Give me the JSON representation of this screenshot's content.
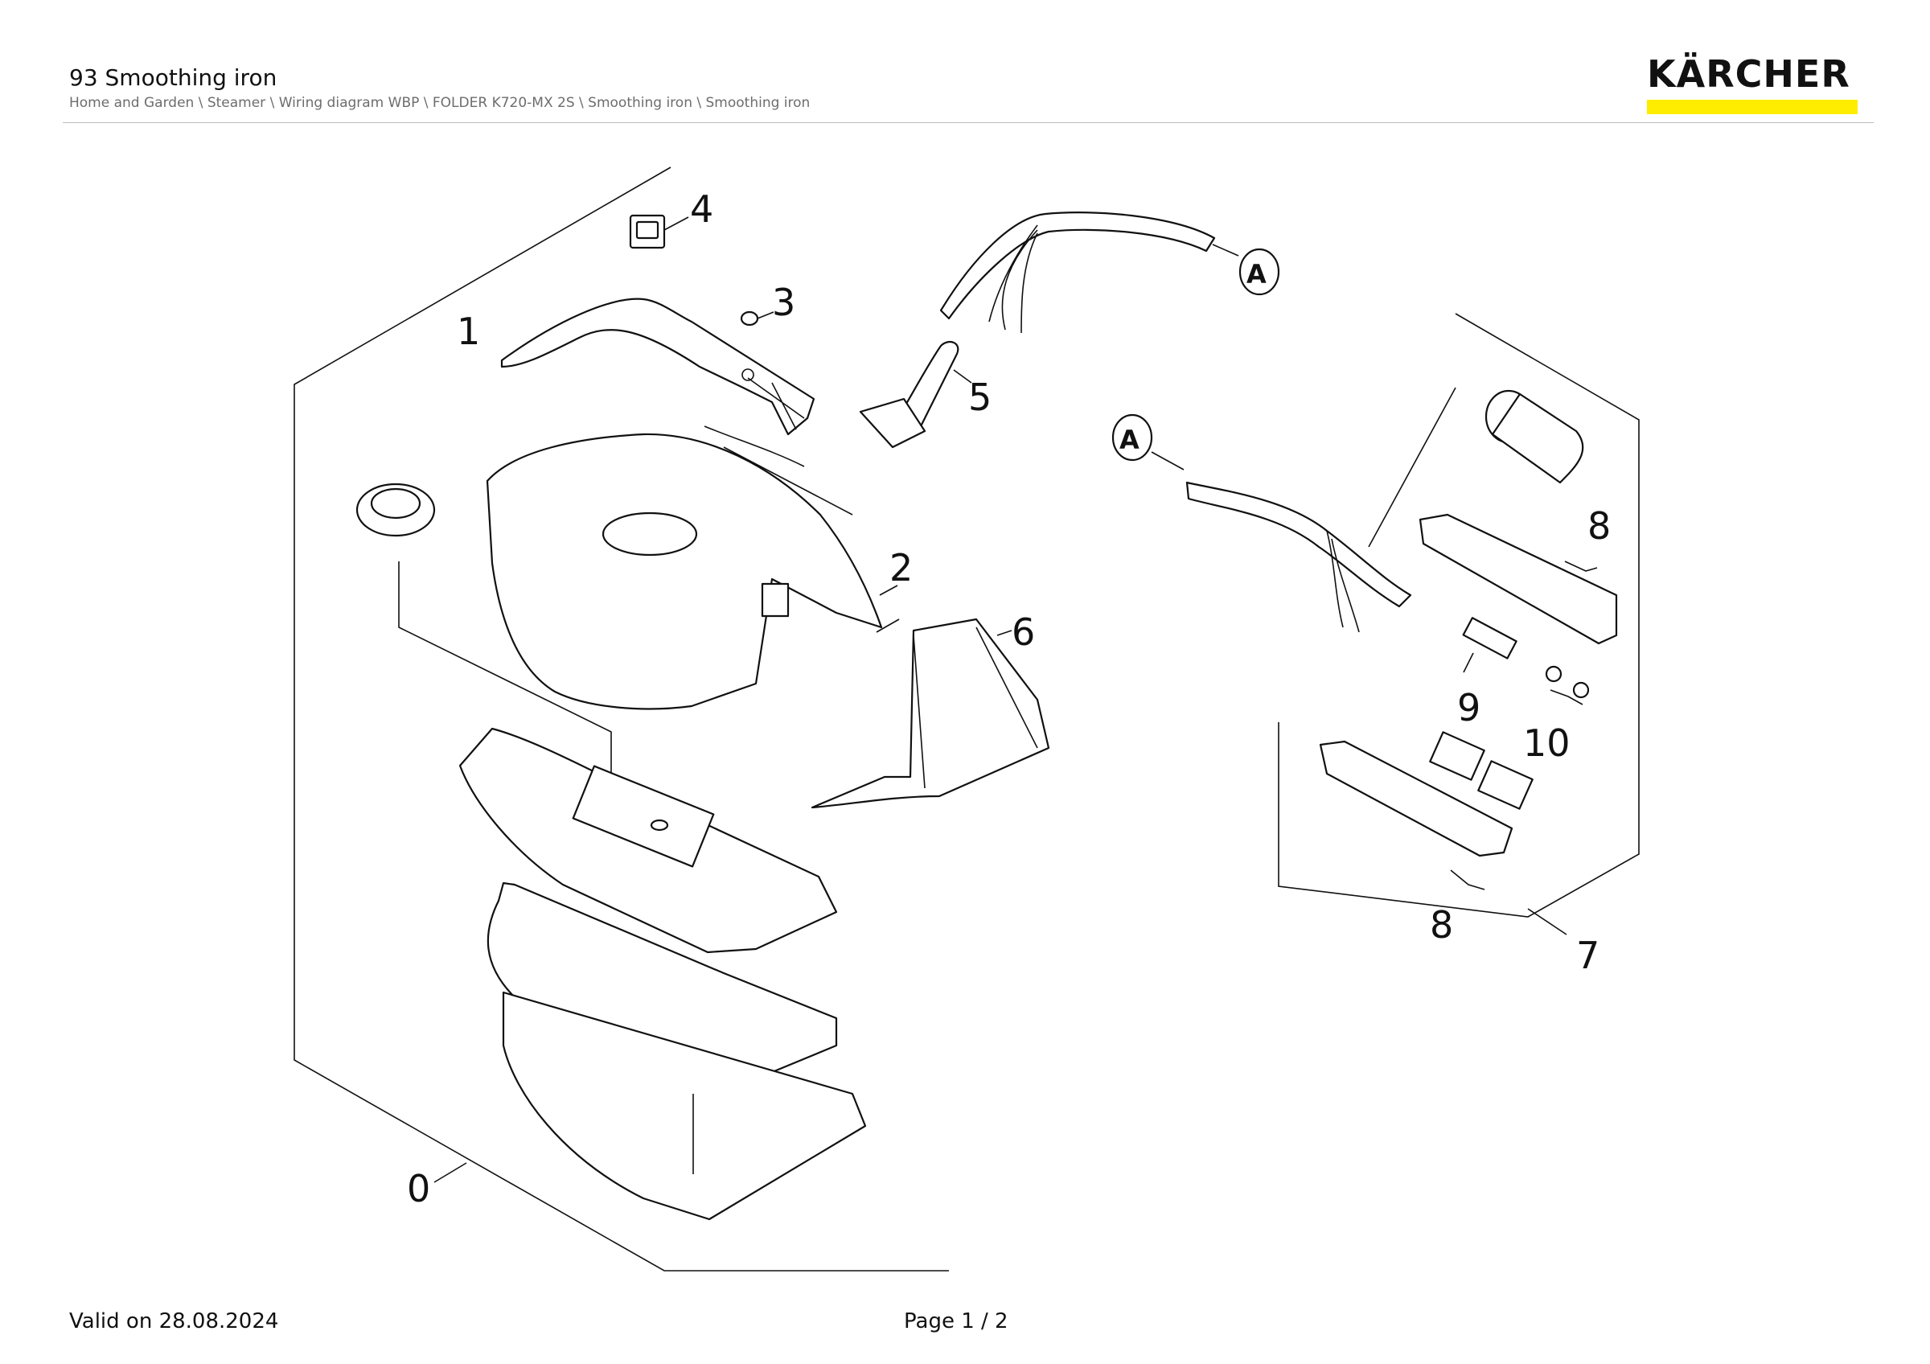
{
  "header": {
    "title": "93 Smoothing iron",
    "breadcrumb": "Home and Garden \\ Steamer \\ Wiring diagram WBP \\ FOLDER K720-MX 2S \\ Smoothing iron \\ Smoothing iron",
    "brand": "KÄRCHER",
    "brand_accent_color": "#ffed00"
  },
  "diagram": {
    "labels": {
      "p0": "0",
      "p1": "1",
      "p2": "2",
      "p3": "3",
      "p4": "4",
      "p5": "5",
      "p6": "6",
      "p7": "7",
      "p8a": "8",
      "p8b": "8",
      "p9": "9",
      "p10": "10",
      "markA1": "A",
      "markA2": "A"
    }
  },
  "footer": {
    "valid": "Valid on 28.08.2024",
    "page": "Page 1 / 2"
  }
}
